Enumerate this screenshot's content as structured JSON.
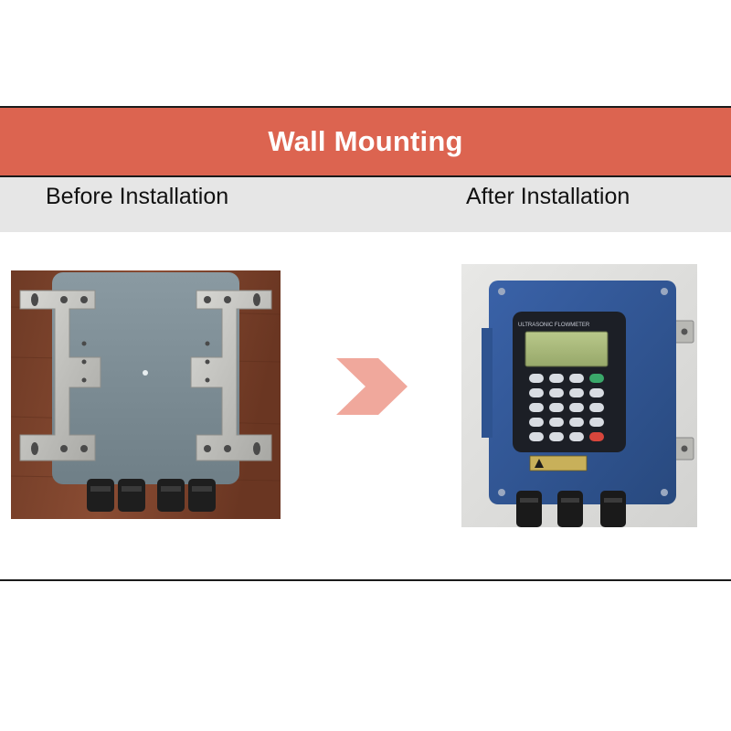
{
  "banner": {
    "title": "Wall Mounting",
    "color": "#dc6450"
  },
  "labels": {
    "before": "Before Installation",
    "after": "After Installation"
  },
  "before_photo": {
    "subject": "gray enclosure back with two metal mounting brackets on wood surface"
  },
  "after_photo": {
    "subject": "blue ultrasonic flowmeter mounted on wall",
    "panel_text": "ULTRASONIC FLOWMETER"
  },
  "arrow": {
    "icon": "chevron-right-icon",
    "color": "#f0a89c"
  }
}
